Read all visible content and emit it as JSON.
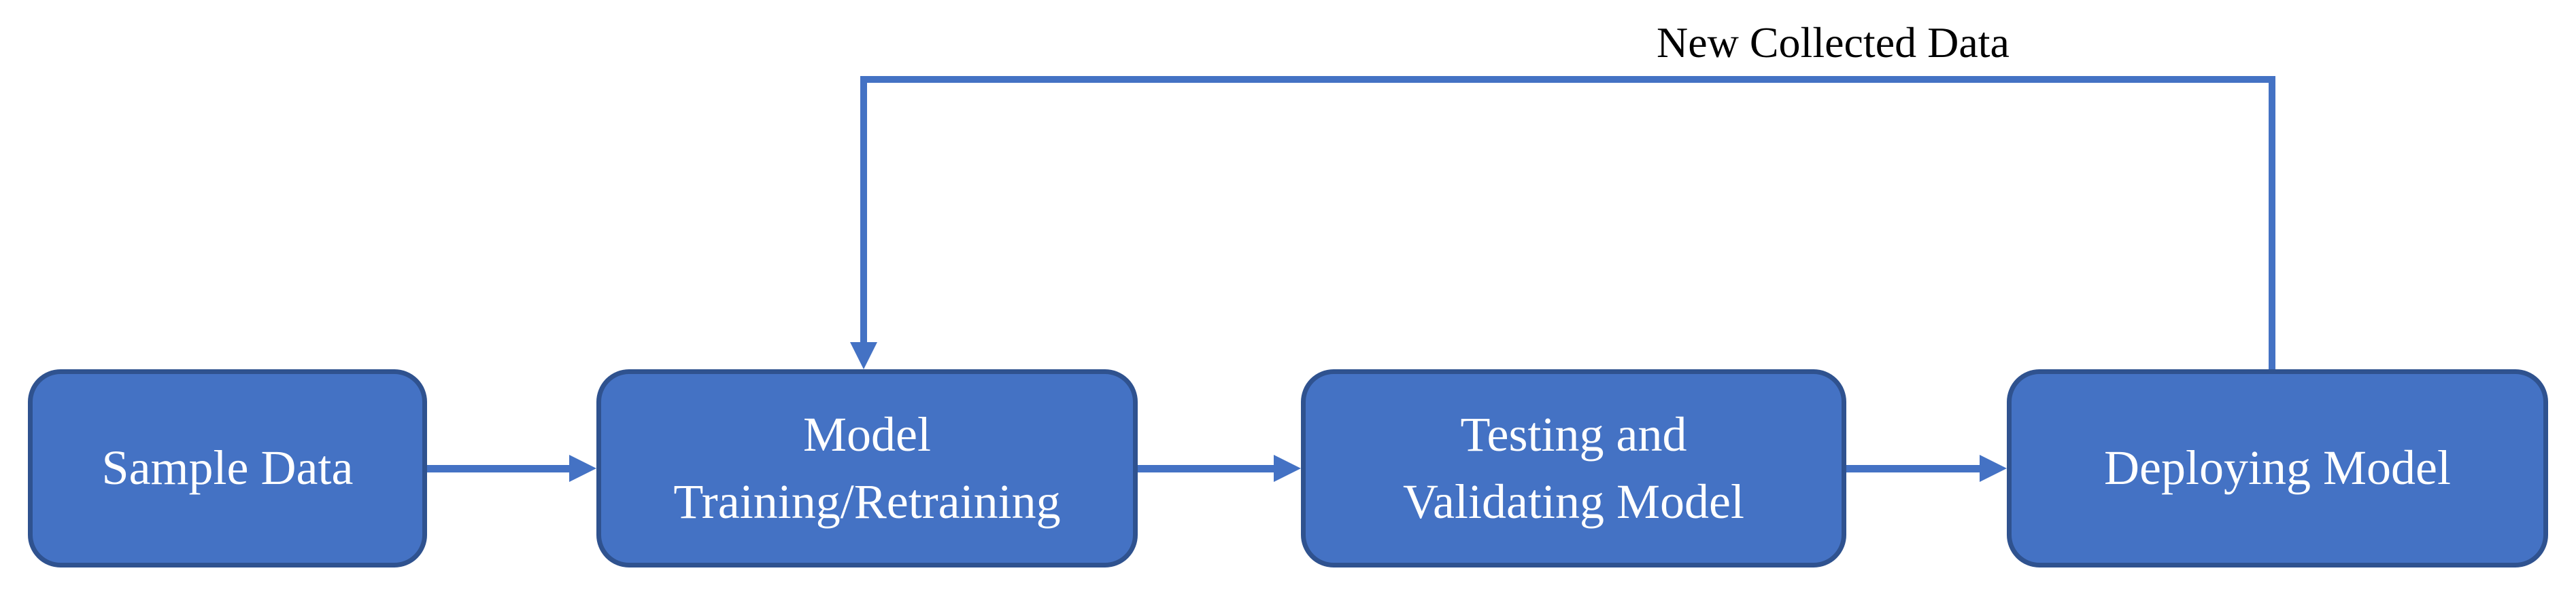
{
  "colors": {
    "node-fill": "#4472C4",
    "node-border": "#2F528F",
    "connector": "#4472C4",
    "node-text": "#FFFFFF",
    "label-text": "#000000",
    "background": "#FFFFFF"
  },
  "diagram": {
    "type": "flowchart",
    "nodes": [
      {
        "id": "sample-data",
        "label": "Sample Data"
      },
      {
        "id": "model-training",
        "label": "Model\nTraining/Retraining"
      },
      {
        "id": "testing-validating",
        "label": "Testing and\nValidating Model"
      },
      {
        "id": "deploying-model",
        "label": "Deploying Model"
      }
    ],
    "connectors": [
      {
        "from": "sample-data",
        "to": "model-training",
        "direction": "right"
      },
      {
        "from": "model-training",
        "to": "testing-validating",
        "direction": "right"
      },
      {
        "from": "testing-validating",
        "to": "deploying-model",
        "direction": "right"
      },
      {
        "from": "deploying-model",
        "to": "model-training",
        "direction": "feedback-loop",
        "label": "New Collected Data"
      }
    ],
    "feedback_label": "New Collected Data"
  }
}
